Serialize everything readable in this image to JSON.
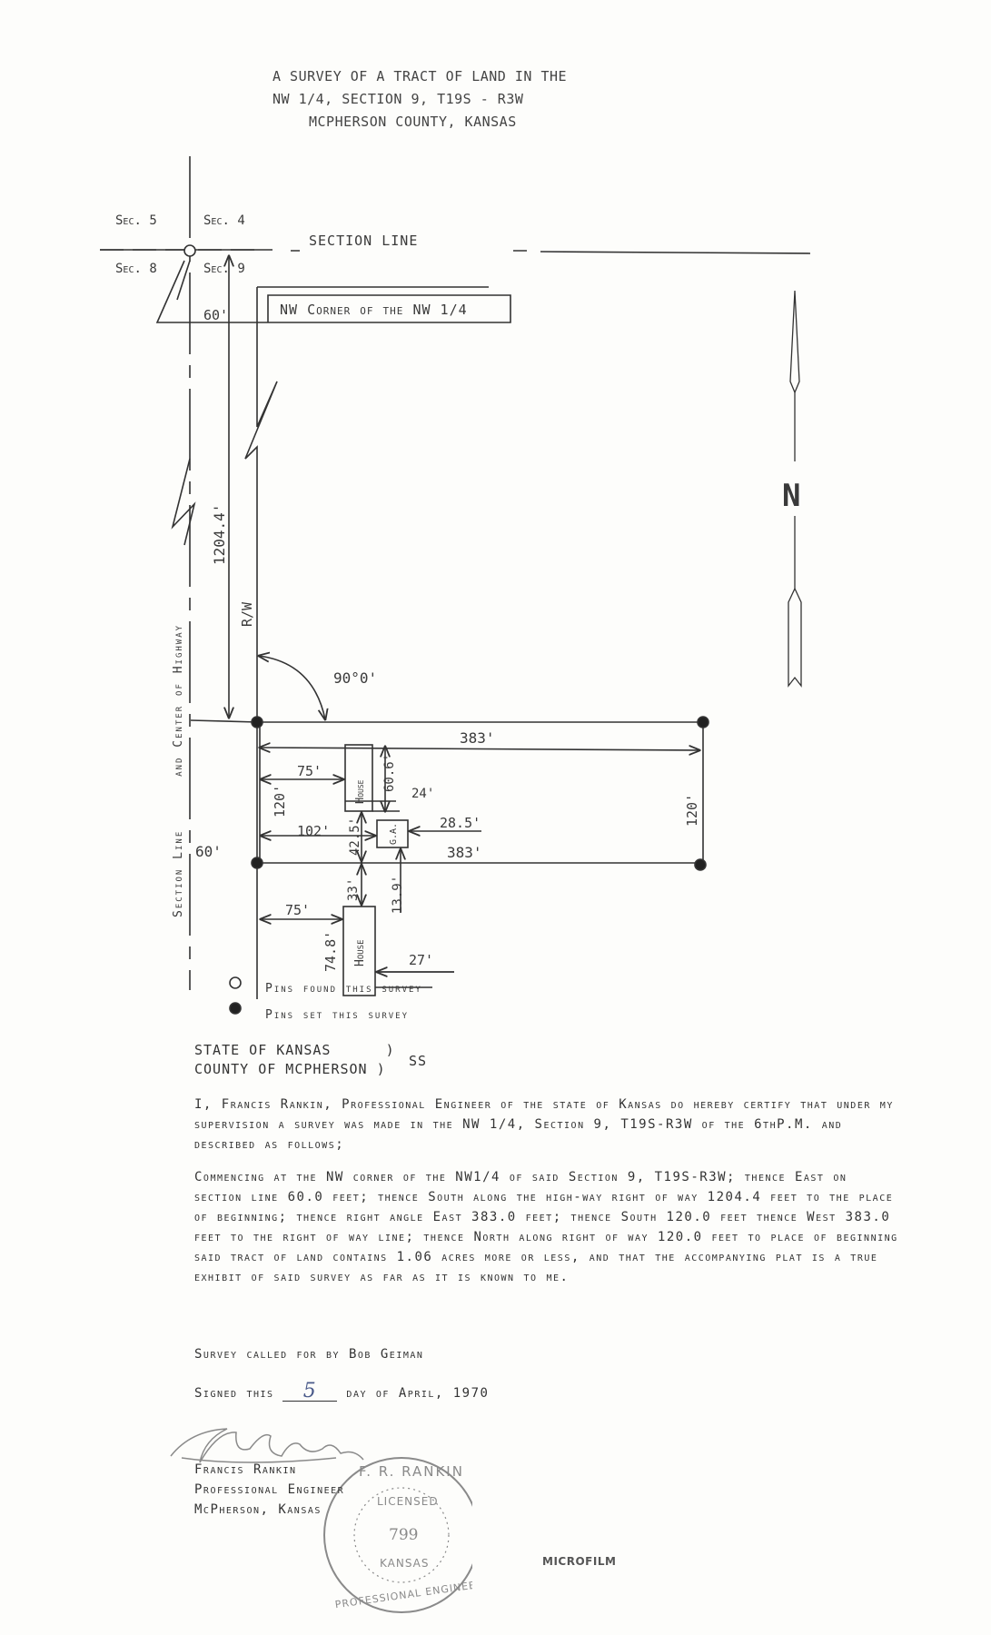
{
  "header": {
    "line1": "A SURVEY OF A TRACT OF LAND IN THE",
    "line2": "NW 1/4, SECTION 9, T19S - R3W",
    "line3": "MCPHERSON COUNTY, KANSAS"
  },
  "plat": {
    "sec5": "Sec. 5",
    "sec4": "Sec. 4",
    "sec8": "Sec. 8",
    "sec9": "Sec. 9",
    "section_line": "SECTION LINE",
    "nw_corner": "NW Corner of the NW 1/4",
    "offset_top": "60'",
    "offset_bottom": "60'",
    "row_distance": "1204.4'",
    "rw": "R/W",
    "angle": "90°0'",
    "width_top": "383'",
    "width_bottom": "383'",
    "depth": "120'",
    "depth_right": "120'",
    "house1_offset": "75'",
    "house1_label": "House",
    "house1_length": "60.6'",
    "house1_width": "24'",
    "garage_offset": "102'",
    "garage_label": "G.A.",
    "garage_width": "28.5'",
    "gap_house_garage": "42.5'",
    "gap_line_house2": "33'",
    "garage_gap": "13.9'",
    "house2_offset": "75'",
    "house2_label": "House",
    "house2_length": "74.8'",
    "house2_width": "27'",
    "highway_label": "Section Line      and Center of Highway",
    "north": "N",
    "legend_found": "Pins found this survey",
    "legend_set": "Pins set this survey"
  },
  "venue": {
    "state": "STATE OF KANSAS      )",
    "county": "COUNTY OF MCPHERSON )",
    "ss": "SS"
  },
  "certification": "I, Francis Rankin, Professional Engineer of the state of Kansas do hereby certify that under my supervision a survey was made in the NW 1/4, Section 9, T19S-R3W of the 6thP.M. and described as follows;",
  "description": "Commencing at the NW corner of the NW1/4 of said Section 9, T19S-R3W; thence East on section line 60.0 feet; thence South along the high-way right of way 1204.4 feet to the place of beginning; thence right angle East 383.0 feet; thence South 120.0 feet thence West 383.0 feet to the right of way line; thence North along right of way 120.0 feet to place of beginning said tract of land contains 1.06 acres more or less, and that the accompanying plat is a true exhibit of said survey as far as it is known to me.",
  "called_for": "Survey called for by Bob Geiman",
  "signed": {
    "prefix": "Signed this",
    "day": "5",
    "suffix": "day of April, 1970"
  },
  "signature_block": {
    "name": "Francis Rankin",
    "title": "Professional Engineer",
    "location": "McPherson, Kansas"
  },
  "seal": {
    "top": "F. R. RANKIN",
    "mid": "LICENSED",
    "number": "799",
    "state": "KANSAS",
    "bottom": "PROFESSIONAL ENGINEER"
  },
  "microfilm": "MICROFILM",
  "colors": {
    "ink": "#2b2b2b",
    "paper": "#fdfdfb",
    "signature": "#8a8a8a"
  }
}
